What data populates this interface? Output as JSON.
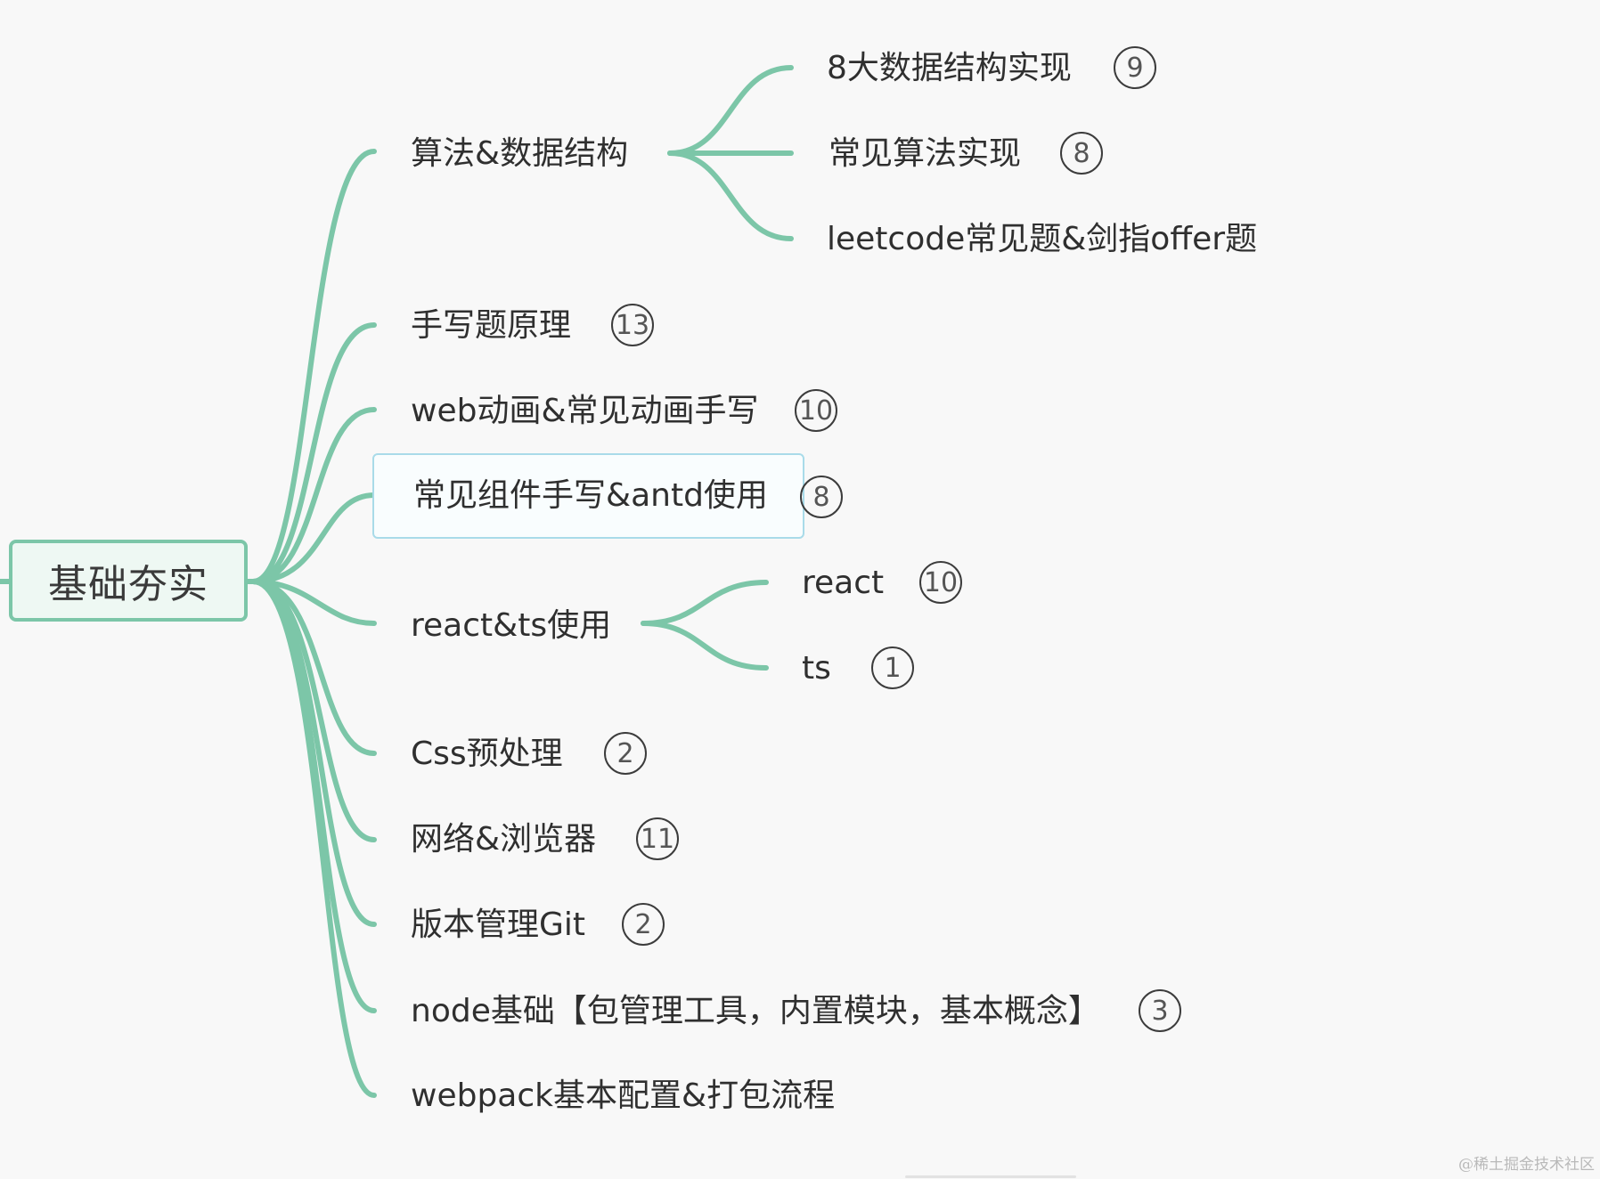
{
  "root": {
    "label": "基础夯实"
  },
  "branches": [
    {
      "label": "算法&数据结构",
      "badge": null,
      "children": [
        {
          "label": "8大数据结构实现",
          "badge": "9"
        },
        {
          "label": "常见算法实现",
          "badge": "8"
        },
        {
          "label": "leetcode常见题&剑指offer题",
          "badge": null
        }
      ]
    },
    {
      "label": "手写题原理",
      "badge": "13",
      "children": []
    },
    {
      "label": "web动画&常见动画手写",
      "badge": "10",
      "children": []
    },
    {
      "label": "常见组件手写&antd使用",
      "badge": "8",
      "children": [],
      "selected": true
    },
    {
      "label": "react&ts使用",
      "badge": null,
      "children": [
        {
          "label": "react",
          "badge": "10"
        },
        {
          "label": "ts",
          "badge": "1"
        }
      ]
    },
    {
      "label": "Css预处理",
      "badge": "2",
      "children": []
    },
    {
      "label": "网络&浏览器",
      "badge": "11",
      "children": []
    },
    {
      "label": "版本管理Git",
      "badge": "2",
      "children": []
    },
    {
      "label": "node基础【包管理工具，内置模块，基本概念】",
      "badge": "3",
      "children": []
    },
    {
      "label": "webpack基本配置&打包流程",
      "badge": null,
      "children": []
    }
  ],
  "watermark": "@稀土掘金技术社区",
  "colors": {
    "connector": "#7cc6a8",
    "root_border": "#7cc6a8",
    "root_fill": "#eef8f3",
    "selection_border": "#a9dbe9"
  }
}
